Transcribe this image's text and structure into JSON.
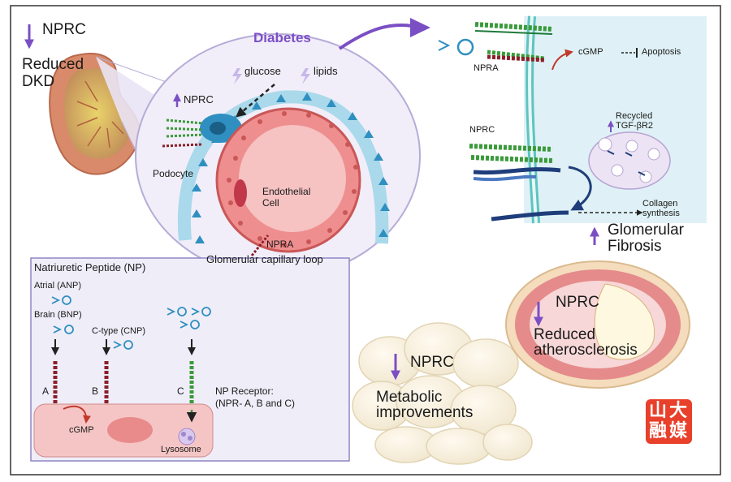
{
  "colors": {
    "accent_purple": "#7b4fc4",
    "panel_blue": "#dff1f6",
    "podocyte_blue": "#2f8fc0",
    "capillary_red": "#e96d6d",
    "receptor_green": "#3a9a3a",
    "receptor_maroon": "#8a1f2a",
    "frame_border": "#333333"
  },
  "kidney": {
    "arrow_icon": "down-arrow",
    "receptor": "NPRC",
    "outcome_line1": "Reduced",
    "outcome_line2": "DKD"
  },
  "glomerulus": {
    "title": "Diabetes",
    "input1": "glucose",
    "input2": "lipids",
    "receptor": "NPRC",
    "receptor_arrow_icon": "up-arrow",
    "podocyte": "Podocyte",
    "endothelial_line1": "Endothelial",
    "endothelial_line2": "Cell",
    "npra": "NPRA",
    "caption": "Glomerular capillary loop"
  },
  "signaling": {
    "npra": "NPRA",
    "cgmp": "cGMP",
    "apoptosis": "Apoptosis",
    "nprc": "NPRC",
    "recycled_line1": "Recycled",
    "recycled_line2": "TGF-βR2",
    "collagen_line1": "Collagen",
    "collagen_line2": "synthesis",
    "fibrosis_line1": "Glomerular",
    "fibrosis_line2": "Fibrosis"
  },
  "np_panel": {
    "title": "Natriuretic Peptide (NP)",
    "anp": "Atrial (ANP)",
    "bnp": "Brain (BNP)",
    "cnp": "C-type (CNP)",
    "label_a": "A",
    "label_b": "B",
    "label_c": "C",
    "receptor_line1": "NP Receptor:",
    "receptor_line2": "(NPR- A, B and C)",
    "cgmp": "cGMP",
    "lysosome": "Lysosome"
  },
  "artery": {
    "receptor": "NPRC",
    "outcome_line1": "Reduced",
    "outcome_line2": "atherosclerosis"
  },
  "adipose": {
    "receptor": "NPRC",
    "outcome_line1": "Metabolic",
    "outcome_line2": "improvements"
  },
  "logo": {
    "c1": "山",
    "c2": "大",
    "c3": "融",
    "c4": "媒"
  }
}
